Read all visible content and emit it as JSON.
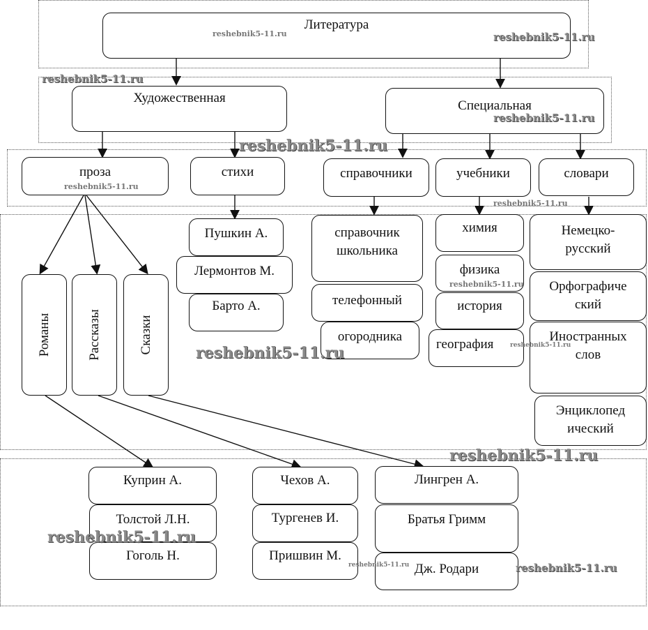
{
  "diagram": {
    "root": "Литература",
    "level1": [
      "Художественная",
      "Специальная"
    ],
    "level2": [
      "проза",
      "стихи",
      "справочники",
      "учебники",
      "словари"
    ],
    "prose_types": [
      "Романы",
      "Рассказы",
      "Сказки"
    ],
    "poets": [
      "Пушкин А.",
      "Лермонтов М.",
      "Барто А."
    ],
    "reference_books": [
      "справочник школьника",
      "телефонный",
      "огородника"
    ],
    "textbooks": [
      "химия",
      "физика",
      "история",
      "география"
    ],
    "dictionaries": [
      "Немецко-русский",
      "Орфографический",
      "Иностранных слов",
      "Энциклопедический"
    ],
    "novel_authors": [
      "Куприн А.",
      "Толстой Л.Н.",
      "Гоголь Н."
    ],
    "story_authors": [
      "Чехов А.",
      "Тургенев И.",
      "Пришвин М."
    ],
    "fairytale_authors": [
      "Лингрен А.",
      "Братья Гримм",
      "Дж. Родари"
    ]
  },
  "labels": {
    "dict_1": "Немецко-\nрусский",
    "dict_2": "Орфографиче\nский",
    "dict_3": "Иностранных\nслов",
    "dict_4": "Энциклопед\nический",
    "ref_1": "справочник\nшкольника"
  },
  "watermark": "reshebnik5-11.ru"
}
